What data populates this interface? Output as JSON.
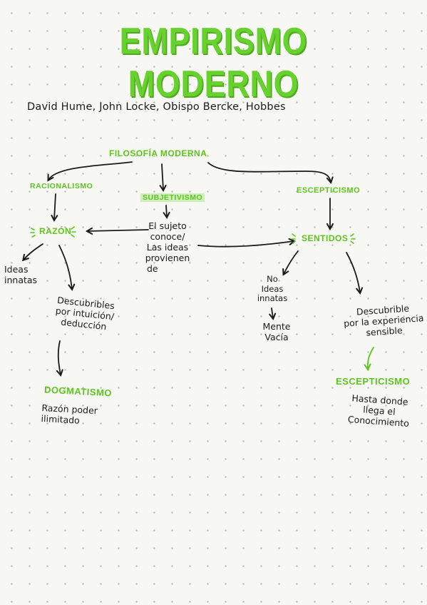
{
  "title": "EMPIRISMO MODERNO",
  "authors": "David Hume, John Locke, Obispo Bercke, Hobbes",
  "nodes": {
    "filosofia": "FILOSOFÍA MODERNA",
    "racionalismo": "RACIONALISMO",
    "subjetivismo": "SUBJETIVISMO",
    "escepticismo_top": "ESCEPTICISMO",
    "razon": "RAZÓN",
    "sentidos": "SENTIDOS",
    "sujeto_l1": "El sujeto",
    "sujeto_l2": "conoce/",
    "sujeto_l3": "Las ideas",
    "sujeto_l4": "provienen",
    "sujeto_l5": "de",
    "ideas_l1": "Ideas",
    "ideas_l2": "innatas",
    "descubribles_l1": "Descubribles",
    "descubribles_l2": "por intuición/",
    "descubribles_l3": "deducción",
    "dogmatismo": "DOGMATISMO",
    "razon_poder_l1": "Razón poder",
    "razon_poder_l2": "ilimitado",
    "no_ideas_l1": "No",
    "no_ideas_l2": "Ideas",
    "no_ideas_l3": "innatas",
    "mente_l1": "Mente",
    "mente_l2": "Vacía",
    "descubrible_l1": "Descubrible",
    "descubrible_l2": "por la experiencia",
    "descubrible_l3": "sensible",
    "escepticismo_bottom": "ESCEPTICISMO",
    "hasta_l1": "Hasta donde",
    "hasta_l2": "llega el",
    "hasta_l3": "Conocimiento"
  },
  "colors": {
    "green": "#5cc41c",
    "ink": "#1a1a1a",
    "highlight": "#cfeebb"
  }
}
